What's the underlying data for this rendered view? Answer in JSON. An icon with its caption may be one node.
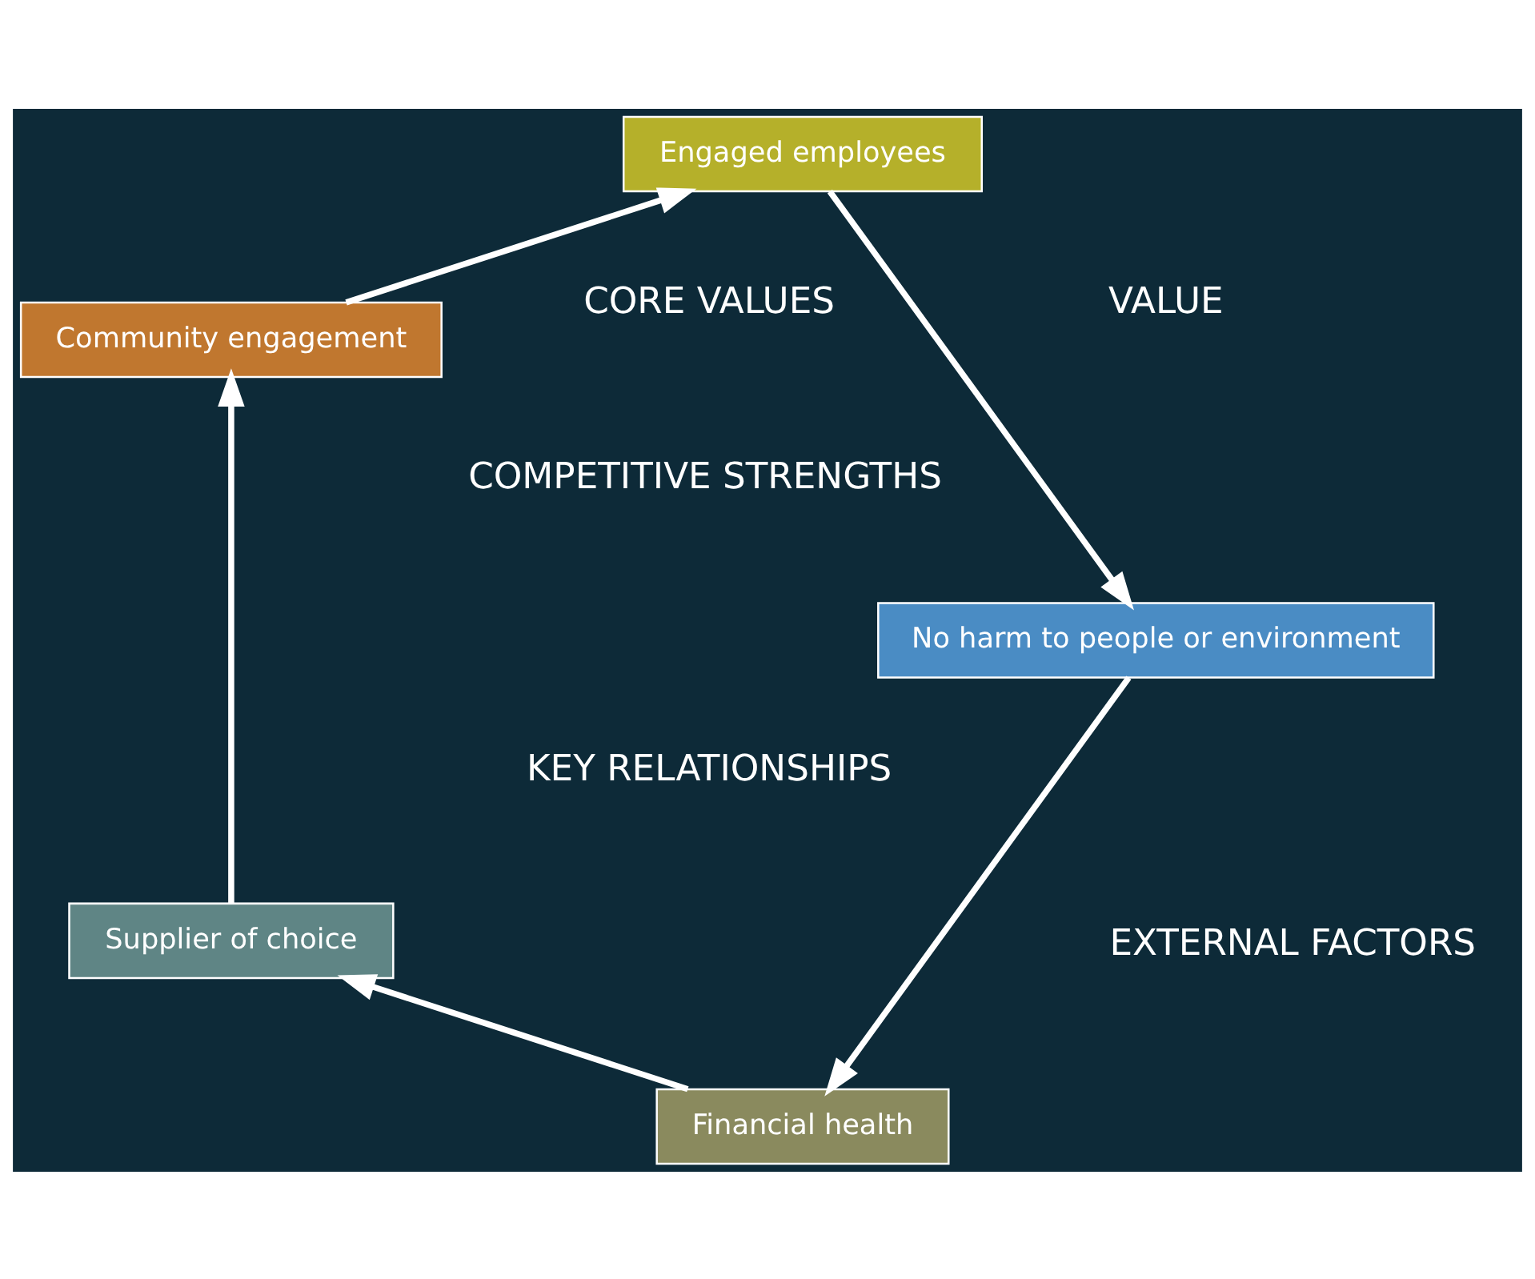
{
  "diagram": {
    "nodes": [
      {
        "text": [
          "Financial health"
        ]
      },
      {
        "text": [
          "Supplier of choice"
        ]
      },
      {
        "text": [
          "Community engagement"
        ]
      },
      {
        "text": [
          "Engaged employees"
        ]
      },
      {
        "text": [
          "No harm to people or environment"
        ]
      }
    ],
    "edges": [
      {
        "from": 0,
        "to": 1,
        "arrow": "to"
      },
      {
        "from": 1,
        "to": 2,
        "arrow": "to"
      },
      {
        "from": 2,
        "to": 3,
        "arrow": "to"
      },
      {
        "from": 3,
        "to": 4,
        "arrow": "to"
      },
      {
        "from": 4,
        "to": 0,
        "arrow": "to"
      }
    ],
    "labels": [
      "COMPETITIVE STRENGTHS",
      "CORE VALUES",
      "VALUE",
      "KEY RELATIONSHIPS",
      "EXTERNAL FACTORS"
    ]
  }
}
